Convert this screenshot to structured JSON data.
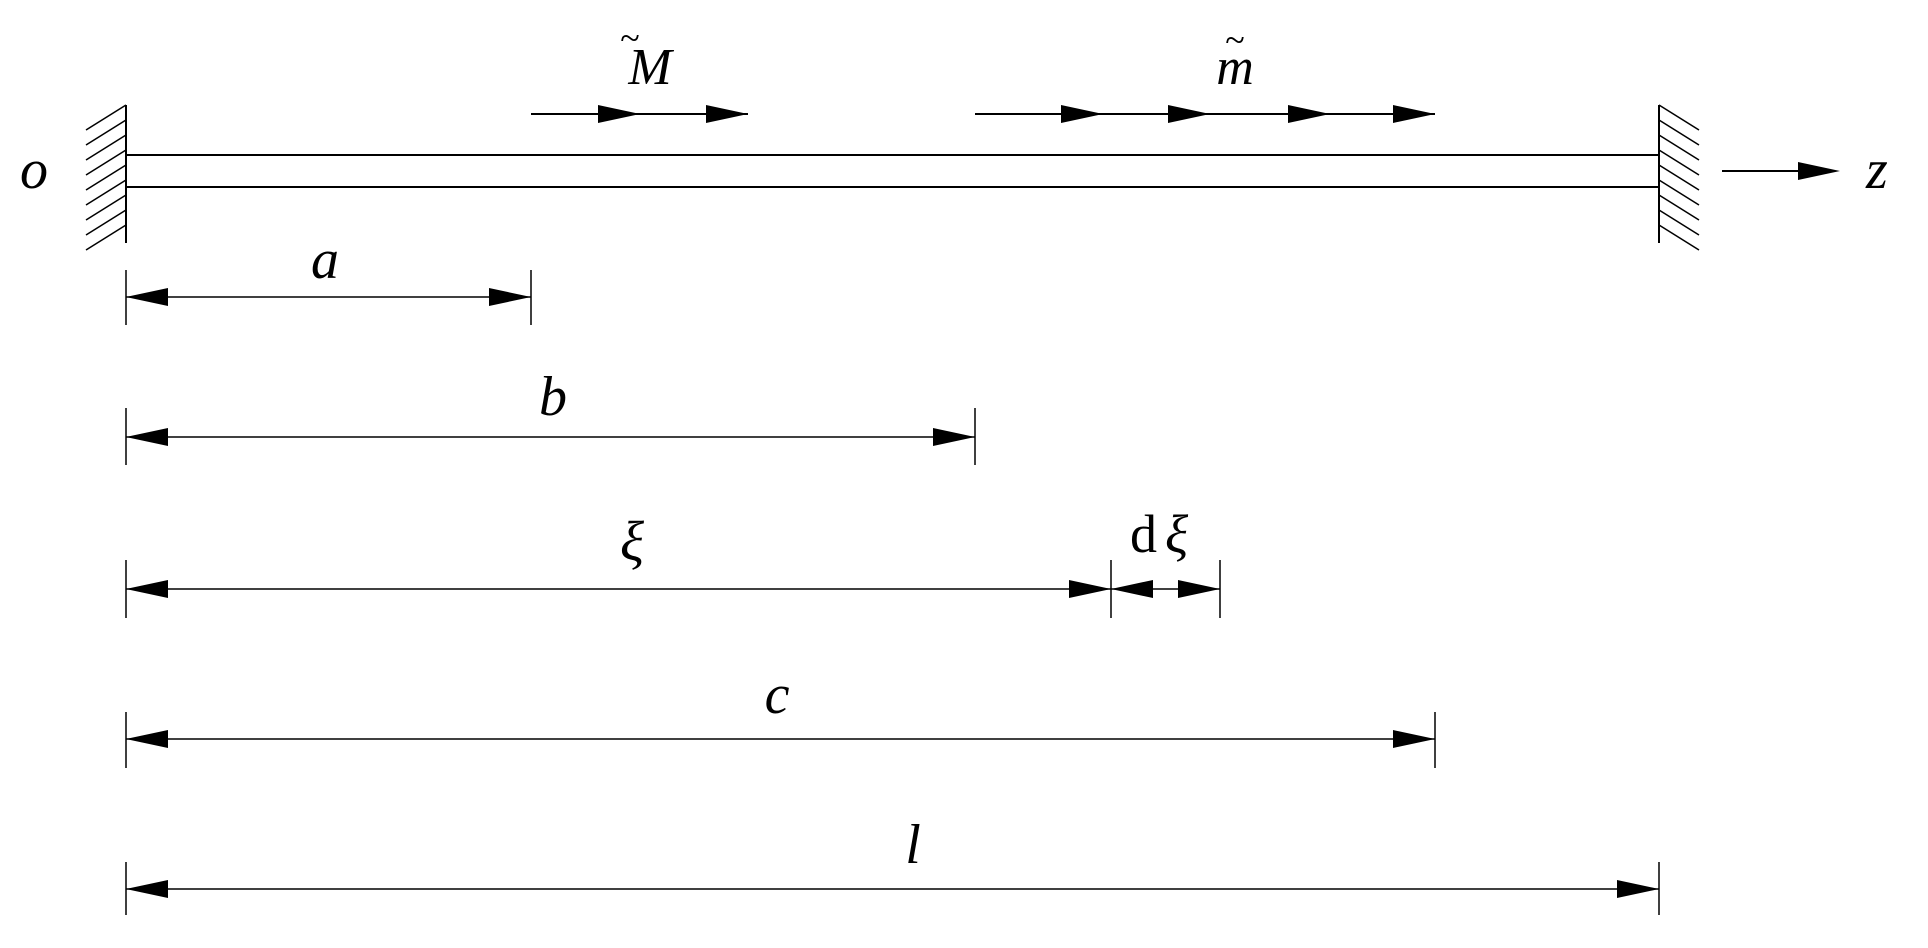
{
  "labels": {
    "origin": "o",
    "axis": "z",
    "moment": "M",
    "distributed": "m",
    "tilde": "~",
    "differential_prefix": "d"
  },
  "dimensions": [
    {
      "key": "a",
      "text": "a"
    },
    {
      "key": "b",
      "text": "b"
    },
    {
      "key": "xi",
      "text": "ξ"
    },
    {
      "key": "dxi",
      "text": "ξ"
    },
    {
      "key": "c",
      "text": "c"
    },
    {
      "key": "l",
      "text": "l"
    }
  ],
  "colors": {
    "ink": "#000000",
    "background": "#ffffff"
  }
}
